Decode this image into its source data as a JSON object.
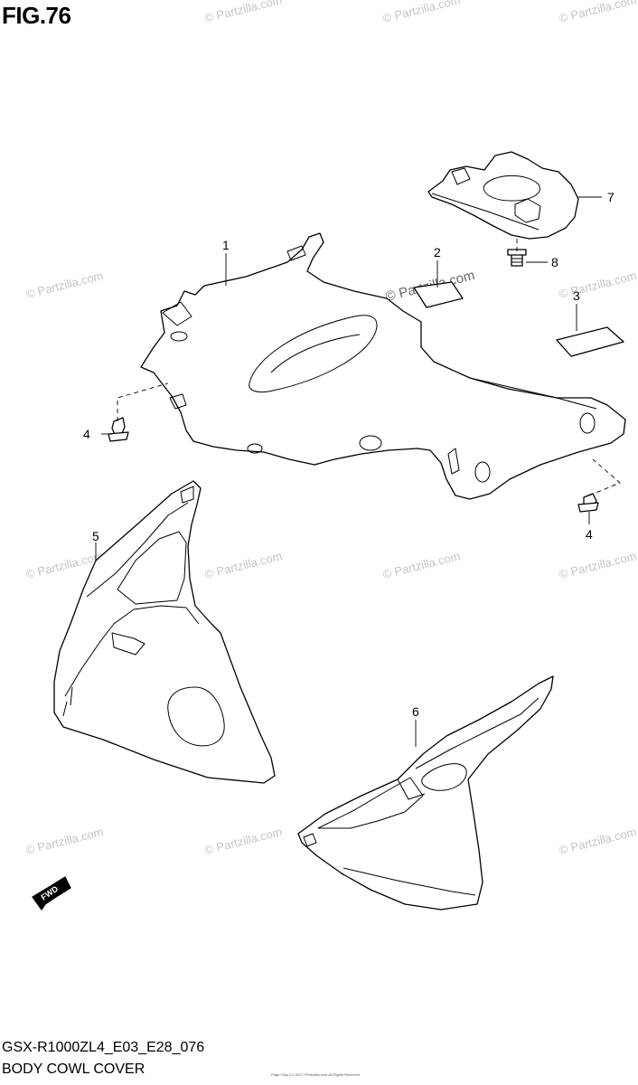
{
  "figure_title": "FIG.76",
  "footer": {
    "model_code": "GSX-R1000ZL4_E03_E28_076",
    "section_name": "BODY COWL COVER",
    "tiny_print": "Page Only 4.0 2017 ©Partzilla.com All Rights Reserved"
  },
  "watermark": {
    "text": "© Partzilla.com"
  },
  "callouts": [
    {
      "number": "1",
      "part": "body-cowl-cover"
    },
    {
      "number": "2",
      "part": "small-label"
    },
    {
      "number": "3",
      "part": "label"
    },
    {
      "number": "4",
      "part": "clip-left"
    },
    {
      "number": "4",
      "part": "clip-right"
    },
    {
      "number": "5",
      "part": "left-inner-panel"
    },
    {
      "number": "6",
      "part": "right-inner-panel"
    },
    {
      "number": "7",
      "part": "upper-cover"
    },
    {
      "number": "8",
      "part": "screw"
    }
  ],
  "direction_arrow": {
    "label": "FWD"
  }
}
